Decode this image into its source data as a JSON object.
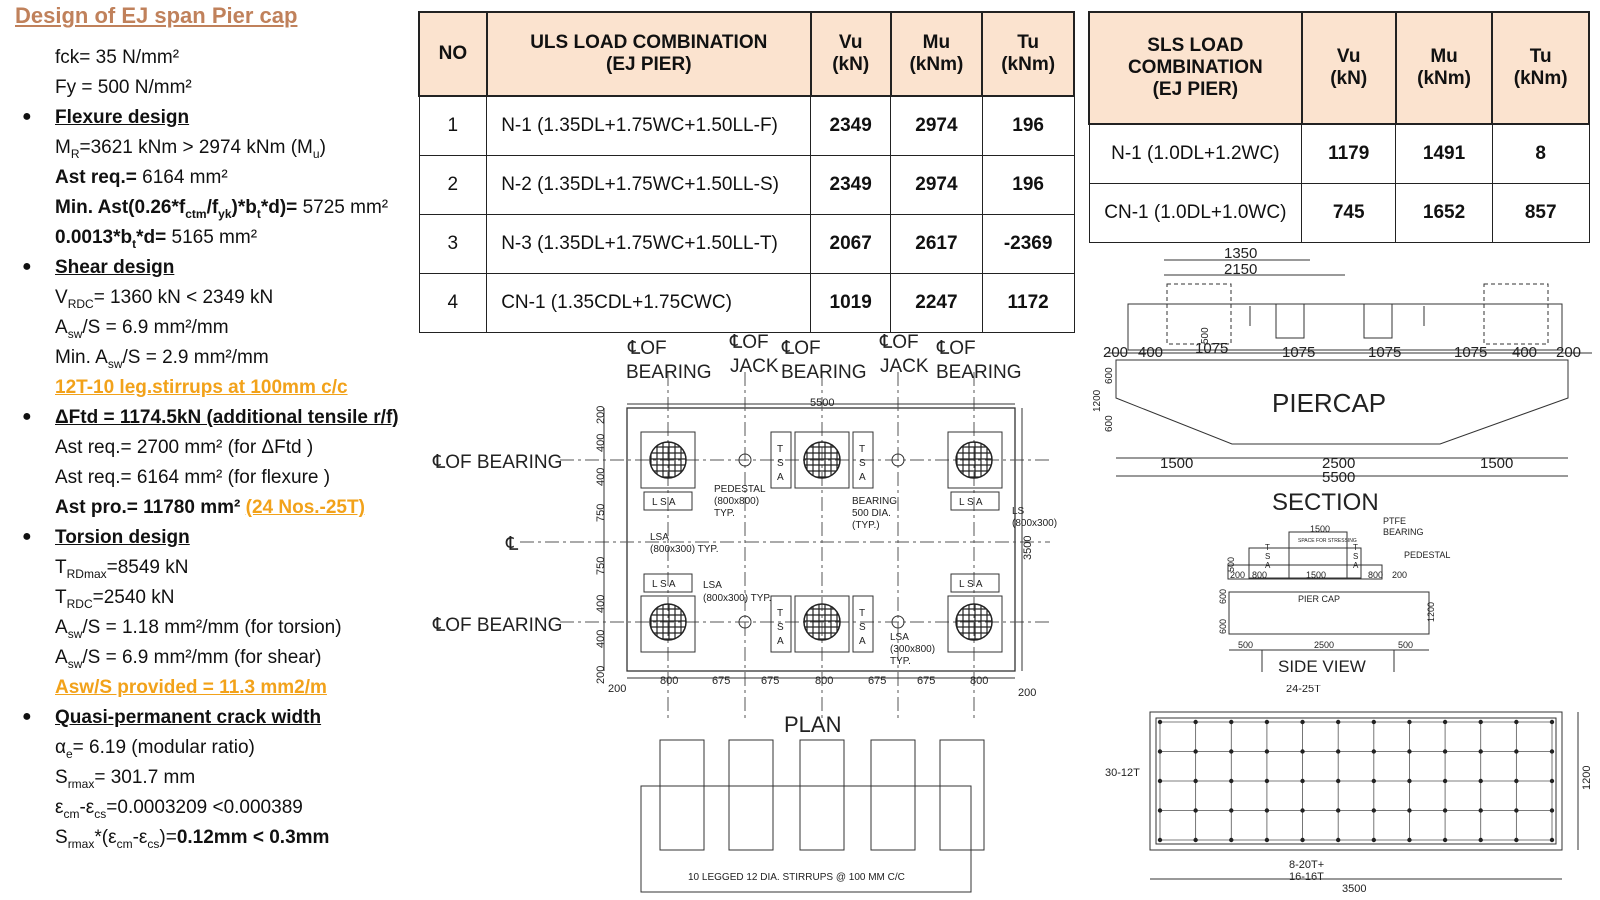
{
  "title": "Design of EJ span Pier cap",
  "left": {
    "fck": "fck= 35 N/mm²",
    "fy": "Fy = 500 N/mm²",
    "flexure_head": "Flexure design",
    "mr_a": "M",
    "mr_b": "R",
    "mr_c": "=3621 kNm > 2974 kNm (M",
    "mr_d": "u",
    "mr_e": ")",
    "ast_req_label": "Ast req.=",
    "ast_req_val": " 6164 mm²",
    "min_ast_a": "Min. Ast(0.26*f",
    "min_ast_b": "ctm",
    "min_ast_c": "/f",
    "min_ast_d": "yk",
    "min_ast_e": ")*b",
    "min_ast_f": "t",
    "min_ast_g": "*d)=",
    "min_ast_val": " 5725 mm²",
    "c13_a": "0.0013*b",
    "c13_b": "t",
    "c13_c": "*d=",
    "c13_val": " 5165 mm²",
    "shear_head": "Shear design",
    "vrdc_a": "V",
    "vrdc_b": "RDC",
    "vrdc_c": "= 1360 kN < 2349 kN",
    "asw1_a": "A",
    "asw1_b": "sw",
    "asw1_c": "/S = 6.9 mm²/mm",
    "asw2_a": "Min. A",
    "asw2_b": "sw",
    "asw2_c": "/S = 2.9 mm²/mm",
    "stirrups": "12T-10 leg.stirrups at 100mm c/c",
    "dftd_head": "ΔFtd = 1174.5kN (additional tensile r/f)",
    "ast_dftd": "Ast req.= 2700 mm² (for ΔFtd )",
    "ast_flex": "Ast req.= 6164 mm² (for flexure )",
    "ast_pro": "Ast pro.= 11780 mm²",
    "ast_pro_nos": "(24 Nos.-25T)",
    "torsion_head": "Torsion design",
    "trdmax_a": "T",
    "trdmax_b": "RDmax",
    "trdmax_c": "=8549 kN",
    "trdc_a": "T",
    "trdc_b": "RDC",
    "trdc_c": "=2540 kN",
    "aswt_a": "A",
    "aswt_b": "sw",
    "aswt_c": "/S = 1.18 mm²/mm (for torsion)",
    "asws_a": "A",
    "asws_b": "sw",
    "asws_c": "/S = 6.9 mm²/mm (for shear)",
    "asw_prov": "Asw/S provided = 11.3 mm2/m",
    "crack_head": "Quasi-permanent crack width",
    "alpha_a": "α",
    "alpha_b": "e",
    "alpha_c": "= 6.19 (modular ratio)",
    "srmax_a": "S",
    "srmax_b": "rmax",
    "srmax_c": "= 301.7 mm",
    "eps_a": "ε",
    "eps_b": "cm",
    "eps_c": "-ε",
    "eps_d": "cs",
    "eps_e": "=0.0003209 <0.000389",
    "w_a": "S",
    "w_b": "rmax",
    "w_c": "*(ε",
    "w_d": "cm",
    "w_e": "-ε",
    "w_f": "cs",
    "w_g": ")=",
    "w_val": "0.12mm < 0.3mm"
  },
  "uls": {
    "headers": [
      "NO",
      "ULS LOAD COMBINATION",
      "(EJ PIER)",
      "Vu",
      "(kN)",
      "Mu",
      "(kNm)",
      "Tu",
      "(kNm)"
    ],
    "rows": [
      [
        "1",
        "N-1 (1.35DL+1.75WC+1.50LL-F)",
        "2349",
        "2974",
        "196"
      ],
      [
        "2",
        "N-2 (1.35DL+1.75WC+1.50LL-S)",
        "2349",
        "2974",
        "196"
      ],
      [
        "3",
        "N-3 (1.35DL+1.75WC+1.50LL-T)",
        "2067",
        "2617",
        "-2369"
      ],
      [
        "4",
        "CN-1 (1.35CDL+1.75CWC)",
        "1019",
        "2247",
        "1172"
      ]
    ]
  },
  "sls": {
    "headers": [
      "SLS LOAD",
      "COMBINATION",
      "(EJ PIER)",
      "Vu",
      "(kN)",
      "Mu",
      "(kNm)",
      "Tu",
      "(kNm)"
    ],
    "rows": [
      [
        "N-1 (1.0DL+1.2WC)",
        "1179",
        "1491",
        "8"
      ],
      [
        "CN-1 (1.0DL+1.0WC)",
        "745",
        "1652",
        "857"
      ]
    ]
  },
  "plan": {
    "cl_of": "℄OF",
    "bearing": "BEARING",
    "jack": "JACK",
    "cl_bearing": "℄OF BEARING",
    "cl": "℄",
    "dim_5500": "5500",
    "dim_3500": "3500",
    "side_dims": [
      "200",
      "400",
      "400",
      "750",
      "750",
      "400",
      "400",
      "200"
    ],
    "bottom_dims": [
      "200",
      "800",
      "675",
      "675",
      "800",
      "675",
      "675",
      "800",
      "200"
    ],
    "pedestal": "PEDESTAL",
    "pedestal_size": "(800x800)",
    "typ": "TYP.",
    "bearing_note": "BEARING",
    "bearing_dia": "500 DIA.",
    "typ2": "(TYP.)",
    "lsa": "LSA",
    "lsa_size": "(800x300) TYP.",
    "lsa_label": "L S A",
    "ls": "LS",
    "ls_size": "(800x300)",
    "lsa_v": "LSA",
    "lsa_v_size": "(300x800)",
    "tsa_t": "T",
    "tsa_s": "S",
    "tsa_a": "A",
    "title": "PLAN"
  },
  "piercap": {
    "dim_1350": "1350",
    "dim_2150": "2150",
    "dim_500": "500",
    "top_dims": [
      "200",
      "400",
      "1075",
      "1075",
      "1075",
      "1075",
      "400",
      "200"
    ],
    "label": "PIERCAP",
    "dim_1200": "1200",
    "dim_600a": "600",
    "dim_600b": "600",
    "bot_dims": [
      "1500",
      "2500",
      "1500"
    ],
    "dim_5500": "5500",
    "section": "SECTION"
  },
  "side": {
    "dim_1500": "1500",
    "space": "SPACE FOR STRESSING",
    "ptfe": "PTFE",
    "bearing": "BEARING",
    "pedestal": "PEDESTAL",
    "dims_l": [
      "200",
      "800"
    ],
    "dim_1500b": "1500",
    "dims_r": [
      "800",
      "200"
    ],
    "pier_cap": "PIER CAP",
    "dim_500": "500",
    "dim_600a": "600",
    "dim_600b": "600",
    "dim_1200": "1200",
    "bot_dims": [
      "500",
      "2500",
      "500"
    ],
    "title": "SIDE VIEW"
  },
  "stirrup": {
    "note": "10 LEGGED 12 DIA. STIRRUPS @ 100 MM C/C"
  },
  "rebar": {
    "top": "24-25T",
    "side": "30-12T",
    "bot1": "8-20T+",
    "bot2": "16-16T",
    "width": "3500",
    "height": "1200"
  }
}
